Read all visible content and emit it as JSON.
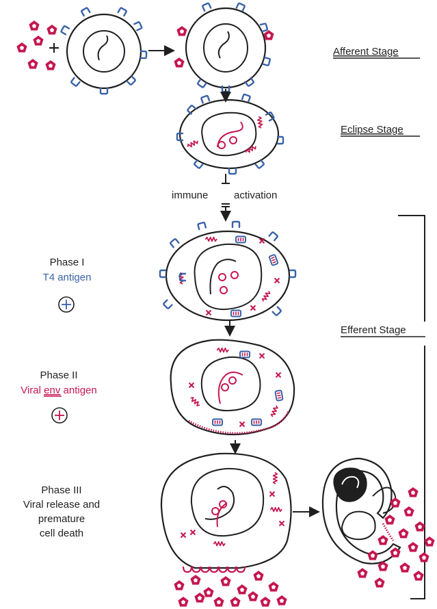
{
  "stages": {
    "afferent": "Afferent Stage",
    "eclipse": "Eclipse Stage",
    "efferent": "Efferent Stage"
  },
  "activation": {
    "left": "immune",
    "right": "activation"
  },
  "phase1": {
    "title": "Phase I",
    "antigen": "T4 antigen",
    "sign": "+"
  },
  "phase2": {
    "title": "Phase II",
    "antigen_prefix": "Viral ",
    "antigen_underlined": "env",
    "antigen_suffix": " antigen",
    "sign": "+"
  },
  "phase3": {
    "title": "Phase III",
    "line2": "Viral release and",
    "line3": "premature",
    "line4": "cell death"
  },
  "plus_sign": "+",
  "colors": {
    "ink": "#1f1f1f",
    "receptor_blue": "#3a62a8",
    "virus_red": "#c5174f"
  }
}
